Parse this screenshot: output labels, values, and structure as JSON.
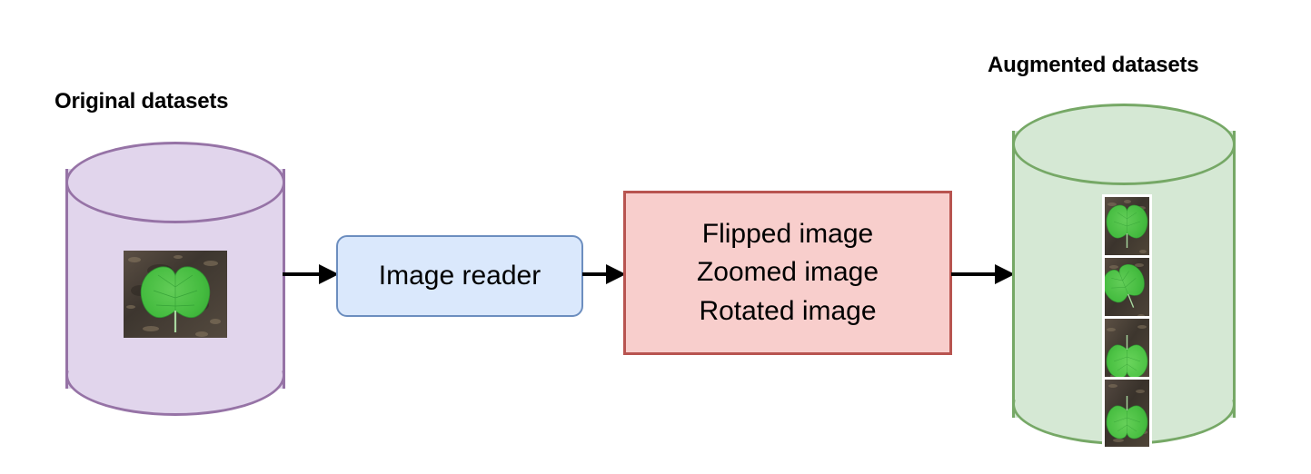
{
  "diagram": {
    "title_original": "Original datasets",
    "title_augmented": "Augmented datasets",
    "nodes": {
      "image_reader": "Image reader",
      "augmentation_ops": [
        "Flipped image",
        "Zoomed image",
        "Rotated image"
      ]
    },
    "colors": {
      "original_cylinder_fill": "#e1d5ec",
      "original_cylinder_stroke": "#9673a6",
      "augmented_cylinder_fill": "#d5e8d4",
      "augmented_cylinder_stroke": "#76a866",
      "reader_box_fill": "#dae8fc",
      "reader_box_stroke": "#6c8ebf",
      "ops_box_fill": "#f8cecc",
      "ops_box_stroke": "#b85450",
      "arrow": "#000000",
      "background": "#ffffff",
      "text": "#000000"
    },
    "photos": {
      "original_count": 1,
      "augmented_count": 4,
      "subject": "green heart-shaped leaf on soil"
    }
  }
}
